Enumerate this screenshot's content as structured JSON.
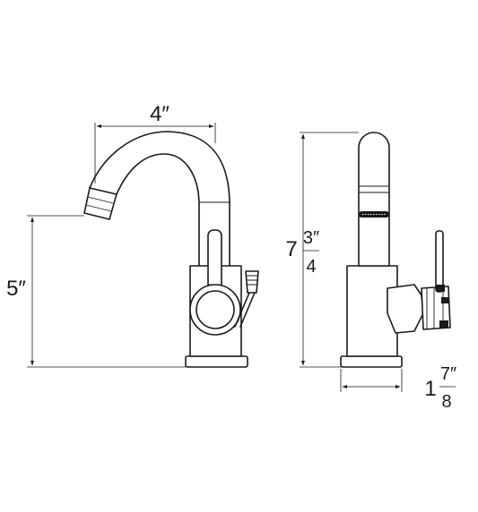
{
  "dimensions": {
    "spout_reach": "4″",
    "spout_height": "5″",
    "total_height_whole": "7",
    "total_height_num": "3″",
    "total_height_den": "4",
    "base_whole": "1",
    "base_num": "7″",
    "base_den": "8"
  }
}
